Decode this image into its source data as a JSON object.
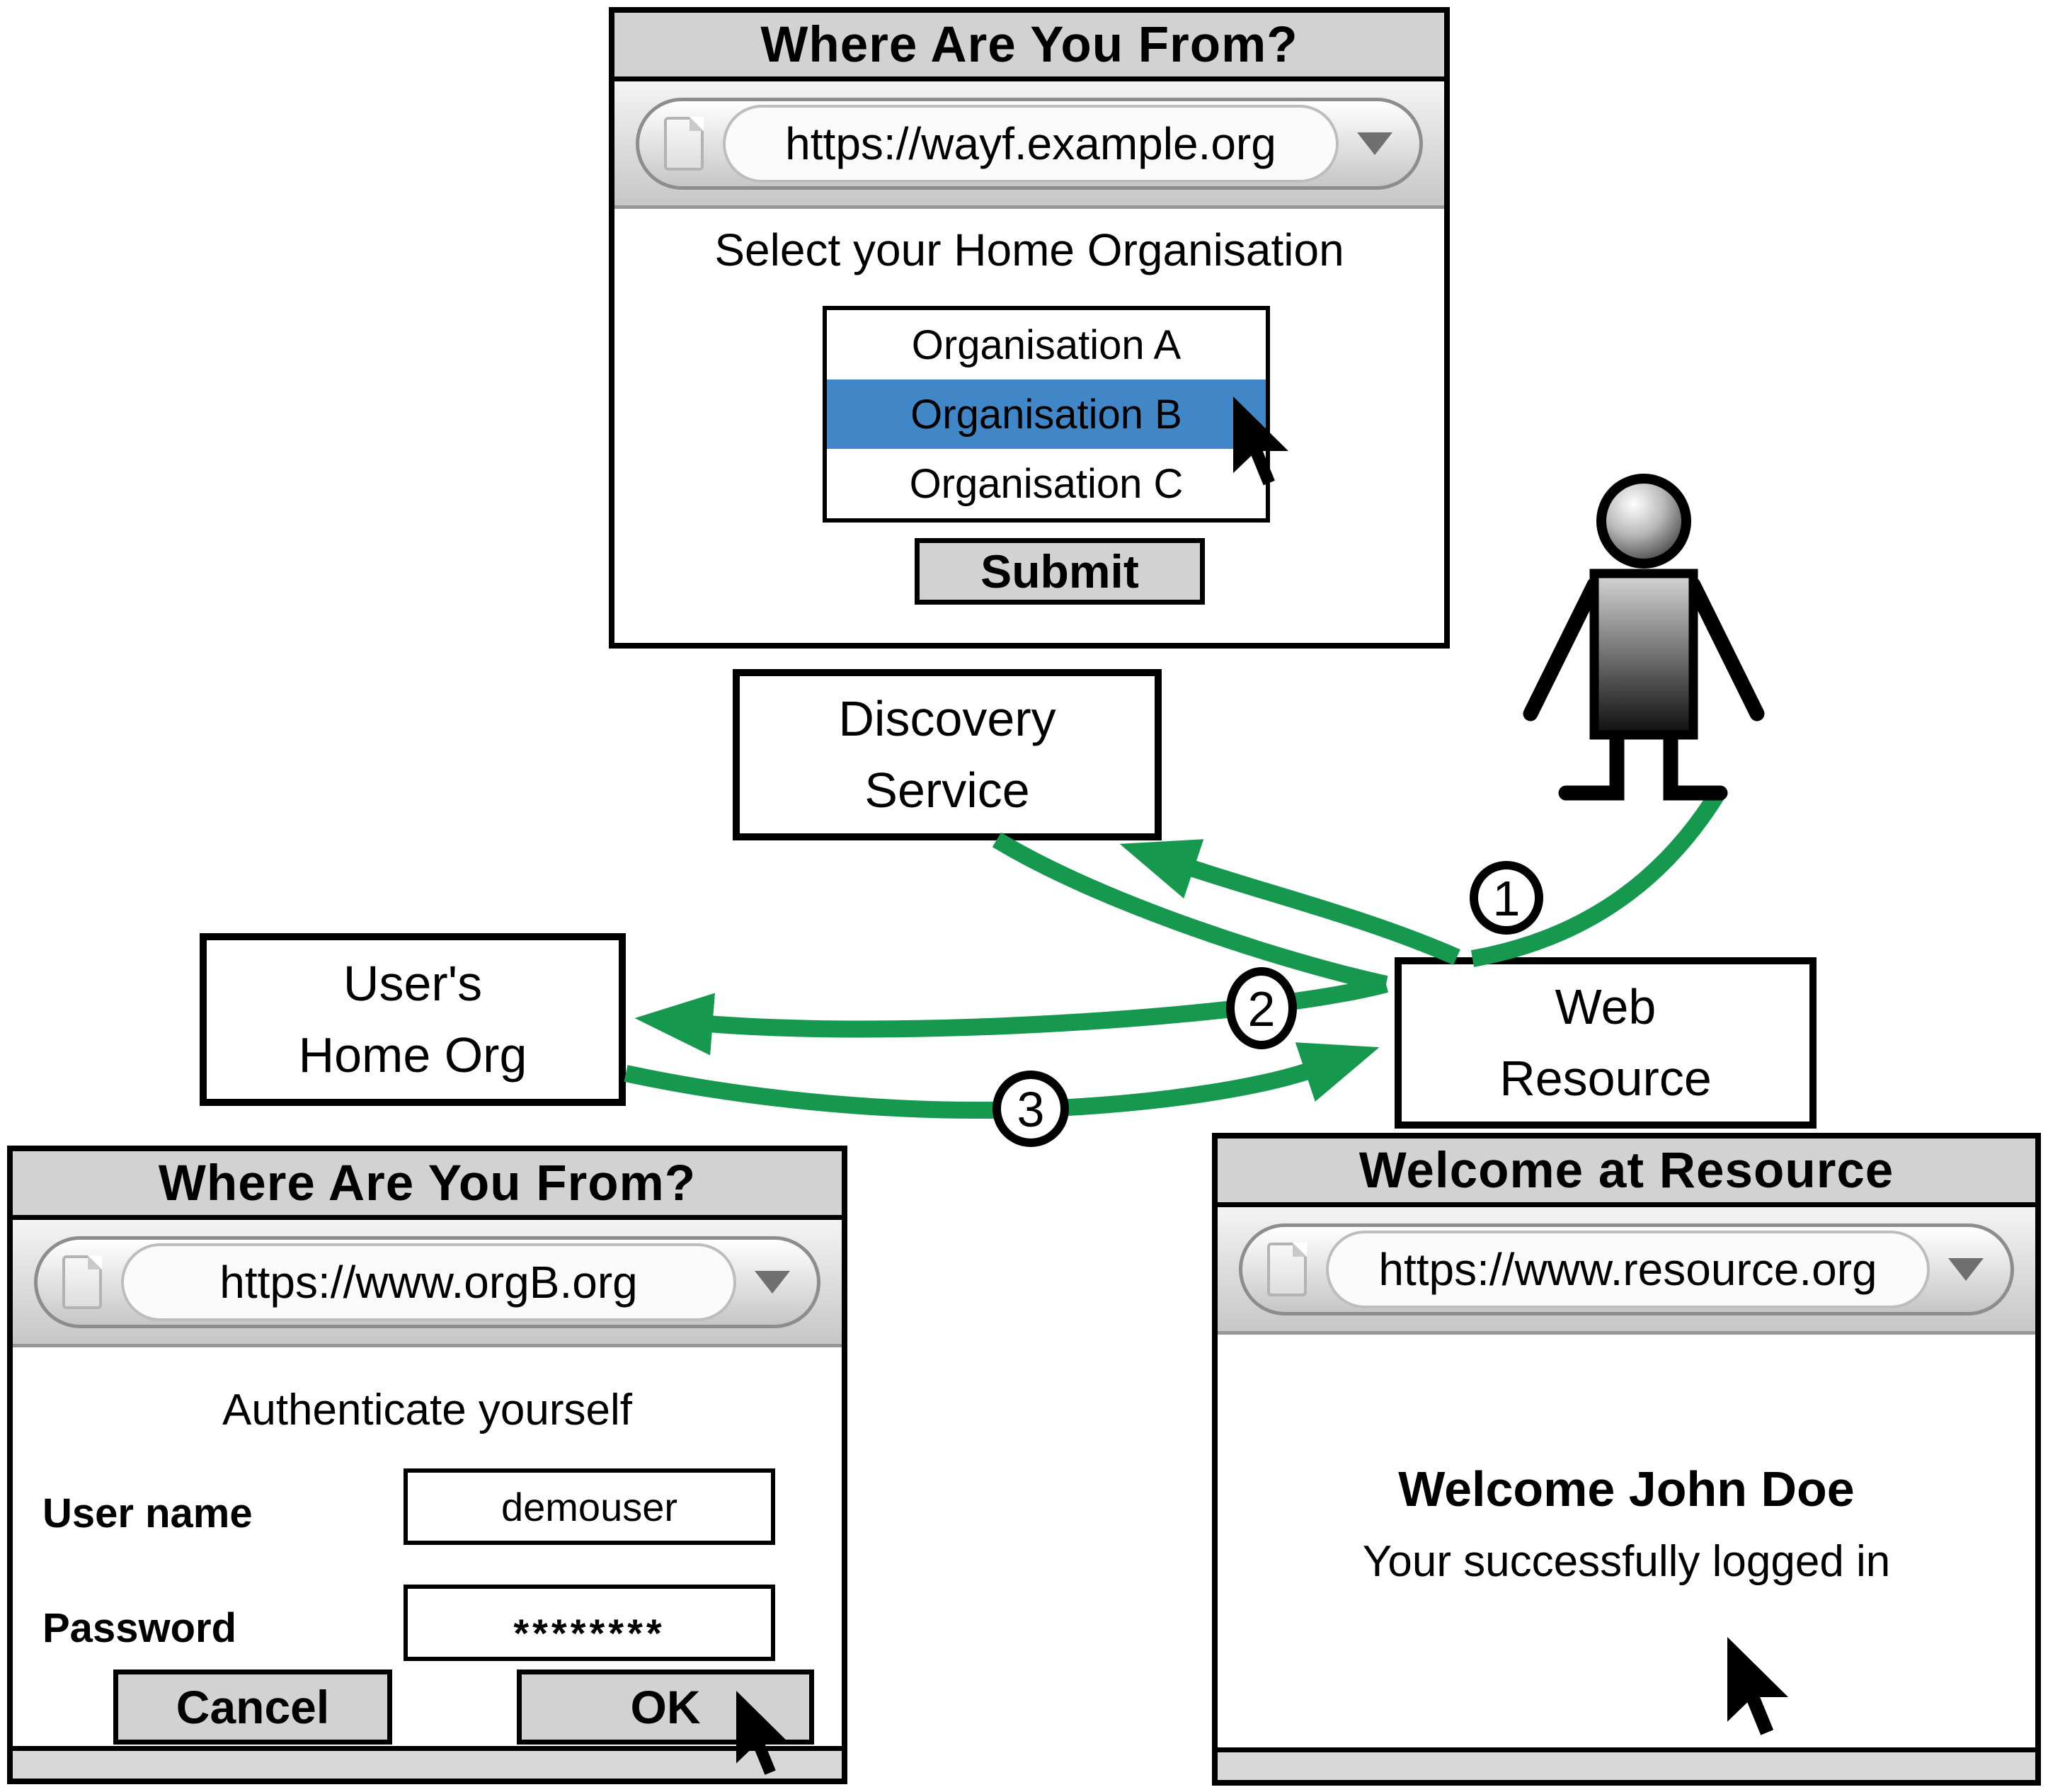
{
  "wayf_window": {
    "title": "Where Are You From?",
    "url": "https://wayf.example.org",
    "prompt": "Select your Home Organisation",
    "organisations": [
      "Organisation A",
      "Organisation B",
      "Organisation C"
    ],
    "selected_organisation": "Organisation B",
    "submit_label": "Submit"
  },
  "login_window": {
    "title": "Where Are You From?",
    "url": "https://www.orgB.org",
    "prompt": "Authenticate yourself",
    "username_label": "User name",
    "username_value": "demouser",
    "password_label": "Password",
    "password_value": "********",
    "cancel_label": "Cancel",
    "ok_label": "OK"
  },
  "welcome_window": {
    "title": "Welcome at Resource",
    "url": "https://www.resource.org",
    "heading": "Welcome John Doe",
    "message": "Your successfully logged in"
  },
  "nodes": {
    "discovery_service": {
      "line1": "Discovery",
      "line2": "Service"
    },
    "users_home_org": {
      "line1": "User's",
      "line2": "Home Org"
    },
    "web_resource": {
      "line1": "Web",
      "line2": "Resource"
    }
  },
  "steps": {
    "one": "1",
    "two": "2",
    "three": "3"
  },
  "icons": {
    "url_dropdown": "dropdown-triangle",
    "page_icon": "page-document"
  },
  "colors": {
    "arrow_green": "#16994f",
    "selection_blue": "#4187c7",
    "chrome_grey": "#d2d2d2"
  }
}
